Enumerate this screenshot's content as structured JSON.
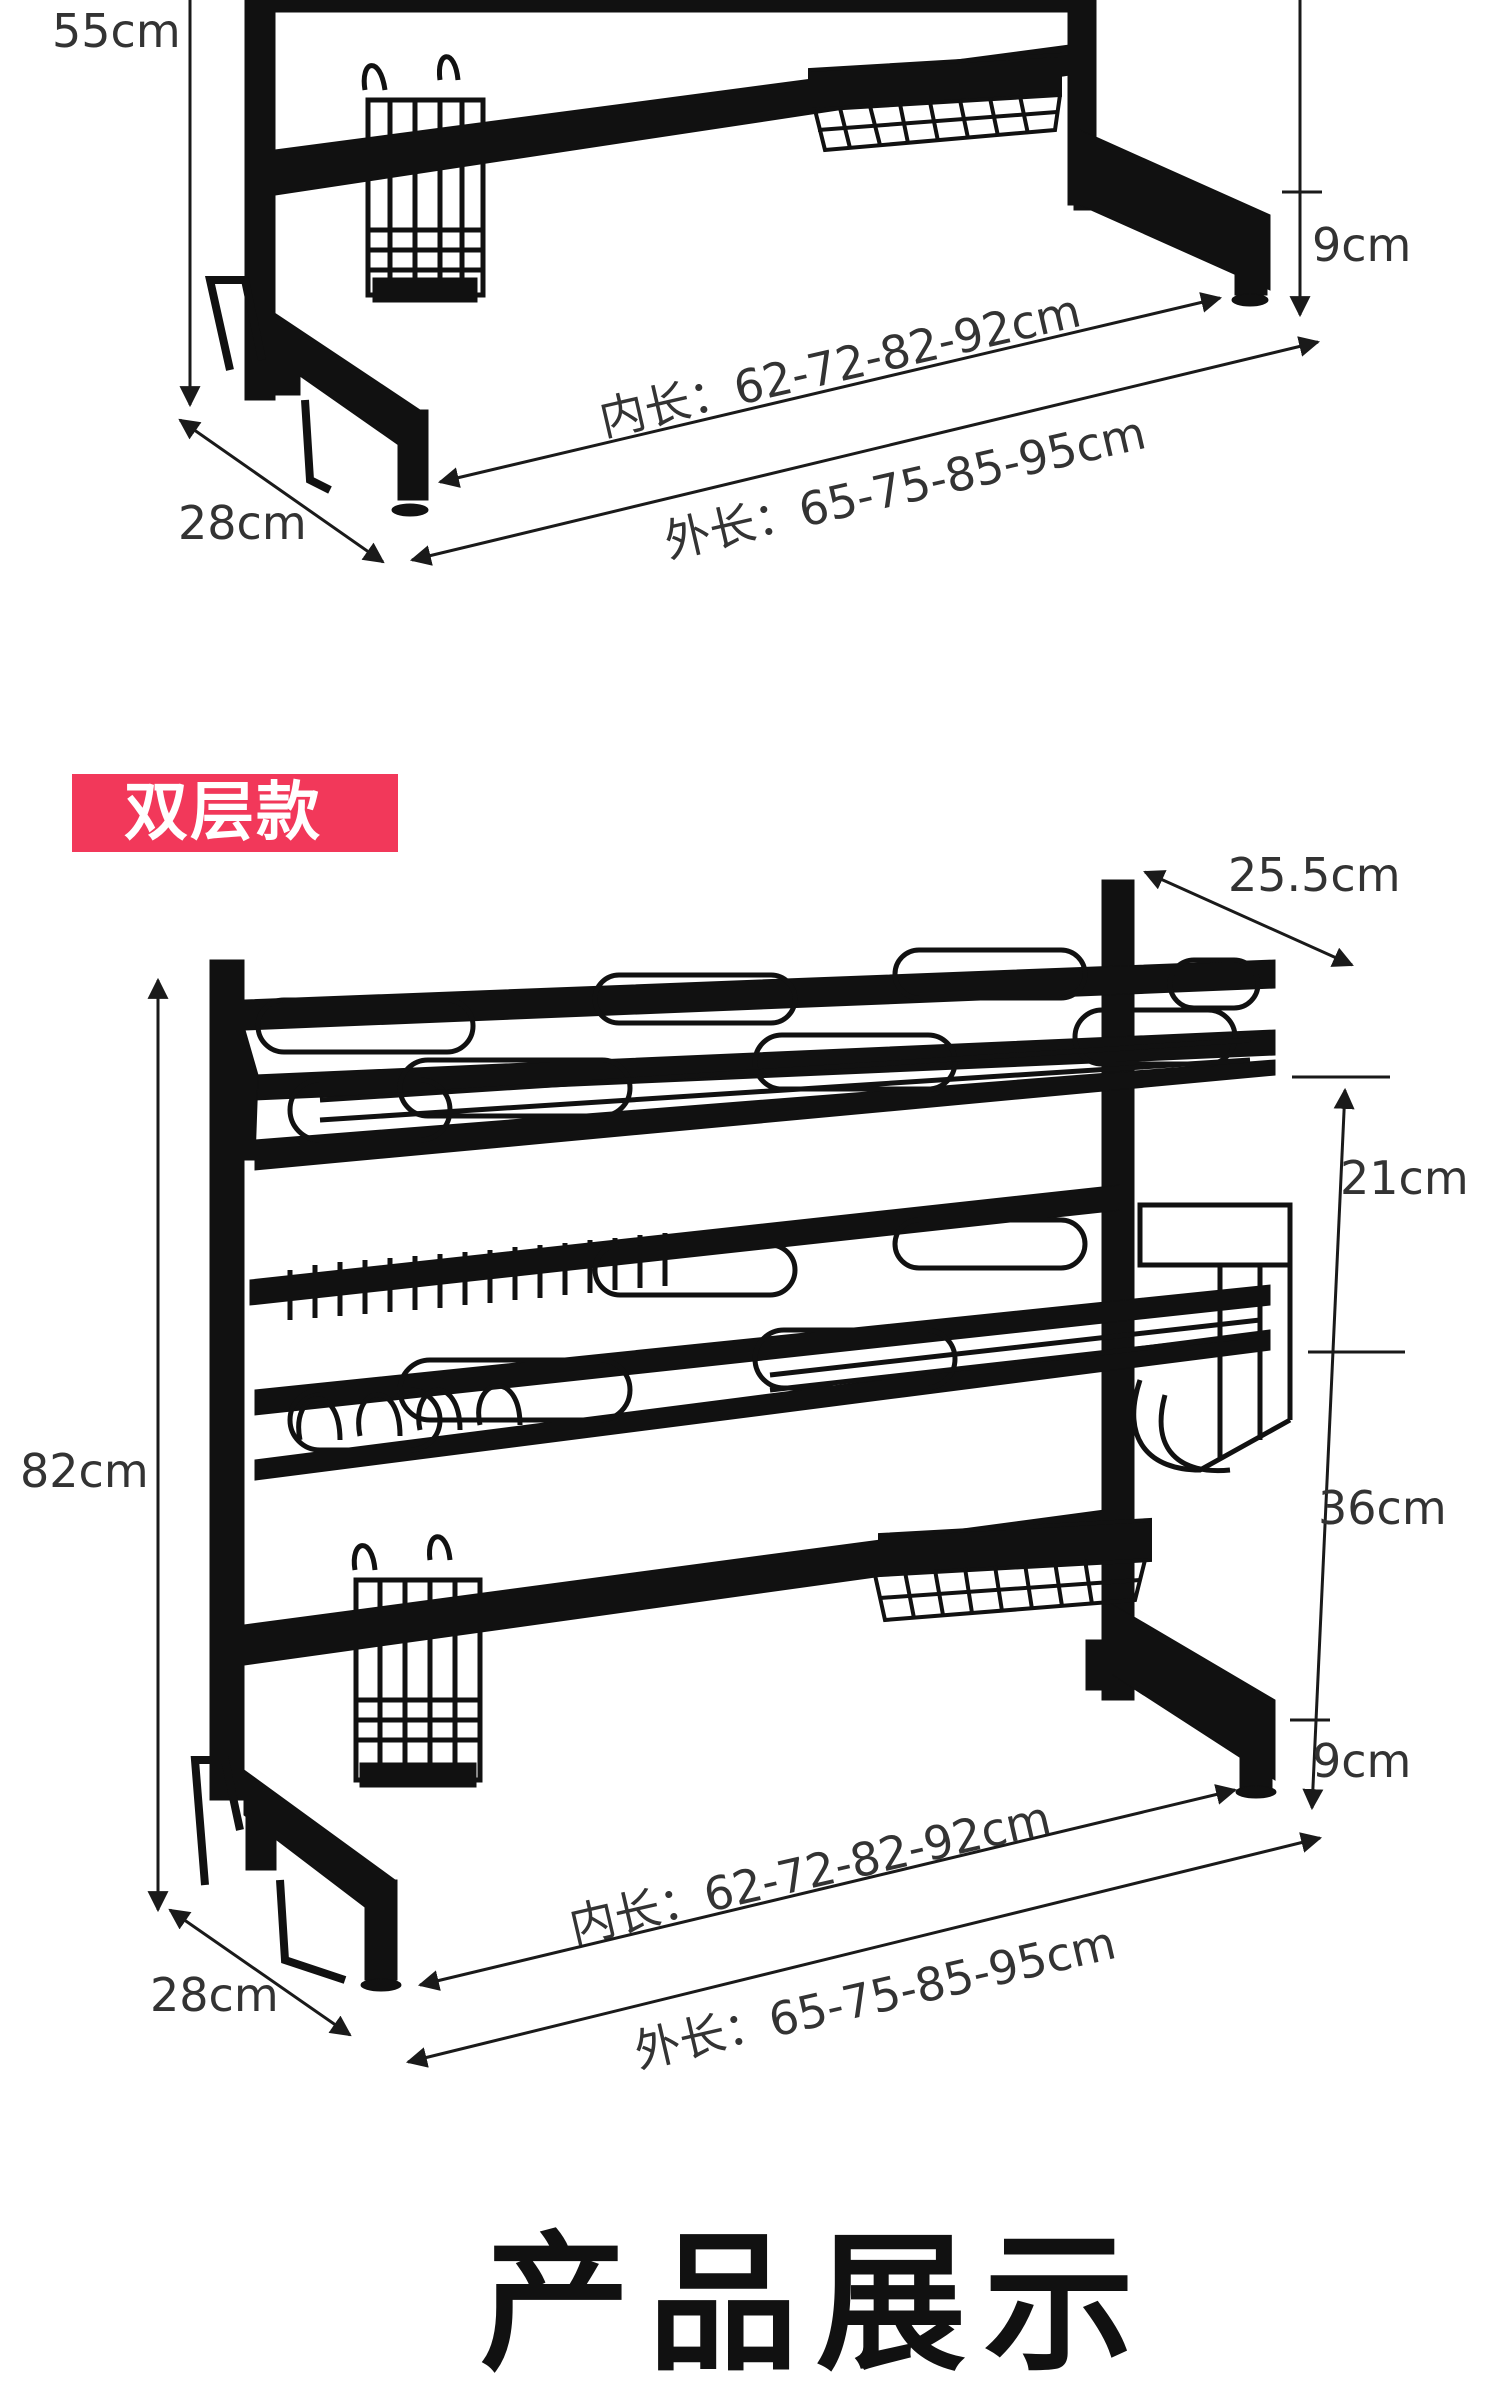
{
  "top_section": {
    "height_label": "55cm",
    "foot_label": "9cm",
    "depth_label": "28cm",
    "inner_length_label": "内长：62-72-82-92cm",
    "outer_length_label": "外长：65-75-85-95cm"
  },
  "variant_tag": "双层款",
  "double_layer": {
    "width_label": "25.5cm",
    "height_label": "82cm",
    "upper_gap_label": "21cm",
    "middle_gap_label": "36cm",
    "foot_label": "9cm",
    "depth_label": "28cm",
    "inner_length_label": "内长：62-72-82-92cm",
    "outer_length_label": "外长：65-75-85-95cm"
  },
  "section_heading": "产品展示",
  "colors": {
    "tag_background": "#f2385a",
    "rack": "#111111",
    "dimension_line": "#1a1a1a"
  }
}
